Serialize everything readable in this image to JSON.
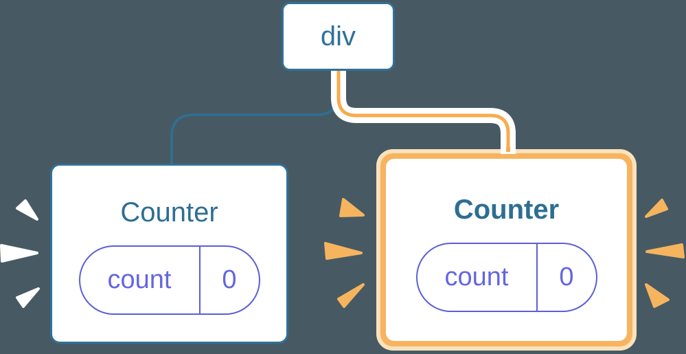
{
  "diagram": {
    "description": "component tree with root div and two Counter children, right child highlighted",
    "root": {
      "label": "div"
    },
    "children": [
      {
        "title": "Counter",
        "highlighted": false,
        "state": {
          "label": "count",
          "value": "0"
        }
      },
      {
        "title": "Counter",
        "highlighted": true,
        "state": {
          "label": "count",
          "value": "0"
        }
      }
    ]
  },
  "colors": {
    "background": "#475a63",
    "node_border_blue": "#30719a",
    "title_text": "#2d6e93",
    "edge_blue": "#2f6f95",
    "edge_orange": "#f6ac4e",
    "edge_casing": "#ffffff",
    "highlight_border_orange": "#f7b35f",
    "highlight_ring_cream": "#fae2bc",
    "pill_indigo": "#5c5ed6",
    "pill_text_indigo": "#6466e0",
    "spark_left": "#ffffff",
    "spark_orange": "#f6b45f"
  }
}
